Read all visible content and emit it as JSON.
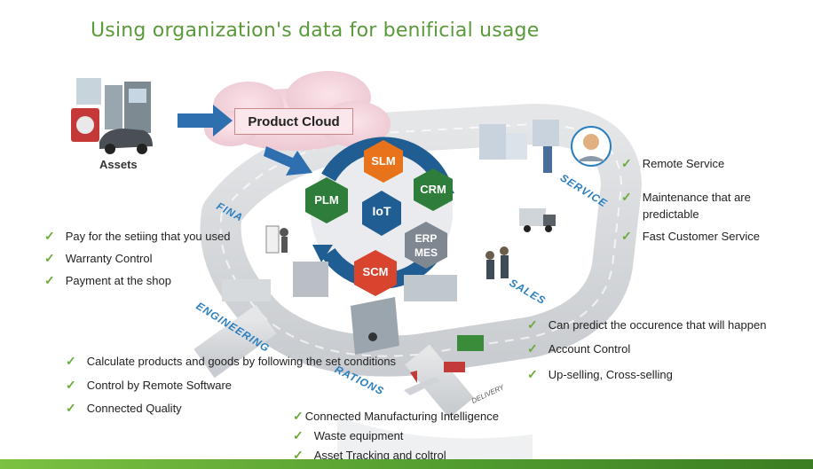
{
  "title": "Using organization's data for benificial usage",
  "assets_label": "Assets",
  "product_cloud": "Product Cloud",
  "hub": {
    "center": "IoT",
    "nodes": [
      "SLM",
      "CRM",
      "ERP",
      "MES",
      "SCM",
      "PLM"
    ]
  },
  "road_labels": {
    "finance": "FINA",
    "service": "SERVICE",
    "sales": "SALES",
    "engineering": "ENGINEERING",
    "operations": "RATIONS",
    "delivery": "DELIVERY"
  },
  "service_list": [
    "Remote Service",
    "Maintenance that are",
    "predictable",
    "Fast Customer Service"
  ],
  "finance_list": [
    "Pay for the setiing that you used",
    "Warranty Control",
    "Payment at the shop"
  ],
  "sales_list": [
    "Can predict the occurence that will happen",
    "Account Control",
    "Up-selling, Cross-selling"
  ],
  "engineering_list": [
    "Calculate products and goods by following the set conditions",
    "Control by Remote Software",
    "Connected Quality"
  ],
  "manufacturing_list": [
    "Connected Manufacturing Intelligence",
    "Waste equipment",
    "Asset Tracking and coltrol"
  ],
  "colors": {
    "title_green": "#5a9a3a",
    "check_green": "#6aaa3a",
    "hex_orange": "#e8731a",
    "hex_green": "#2e7d3a",
    "hex_red": "#d8442e",
    "hex_grey": "#7f8790",
    "hub_blue": "#1f5d92",
    "road_blue": "#2a7fc0"
  }
}
